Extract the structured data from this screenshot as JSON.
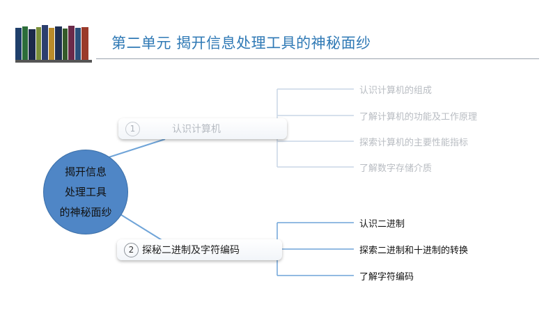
{
  "header": {
    "title": "第二单元 揭开信息处理工具的神秘面纱"
  },
  "mindmap": {
    "center": {
      "lines": [
        "揭开信息",
        "处理工具",
        "的神秘面纱"
      ]
    },
    "branches": [
      {
        "number": "1",
        "label": "认识计算机",
        "children": [
          "认识计算机的组成",
          "了解计算机的功能及工作原理",
          "探索计算机的主要性能指标",
          "了解数字存储介质"
        ]
      },
      {
        "number": "2",
        "label": "探秘二进制及字符编码",
        "children": [
          "认识二进制",
          "探索二进制和十进制的转换",
          "了解字符编码"
        ]
      }
    ]
  },
  "colors": {
    "title": "#2f79b5",
    "center_fill": "#4f86c6",
    "connector": "#6fa4d8",
    "faded_text": "#b8bcc2"
  }
}
